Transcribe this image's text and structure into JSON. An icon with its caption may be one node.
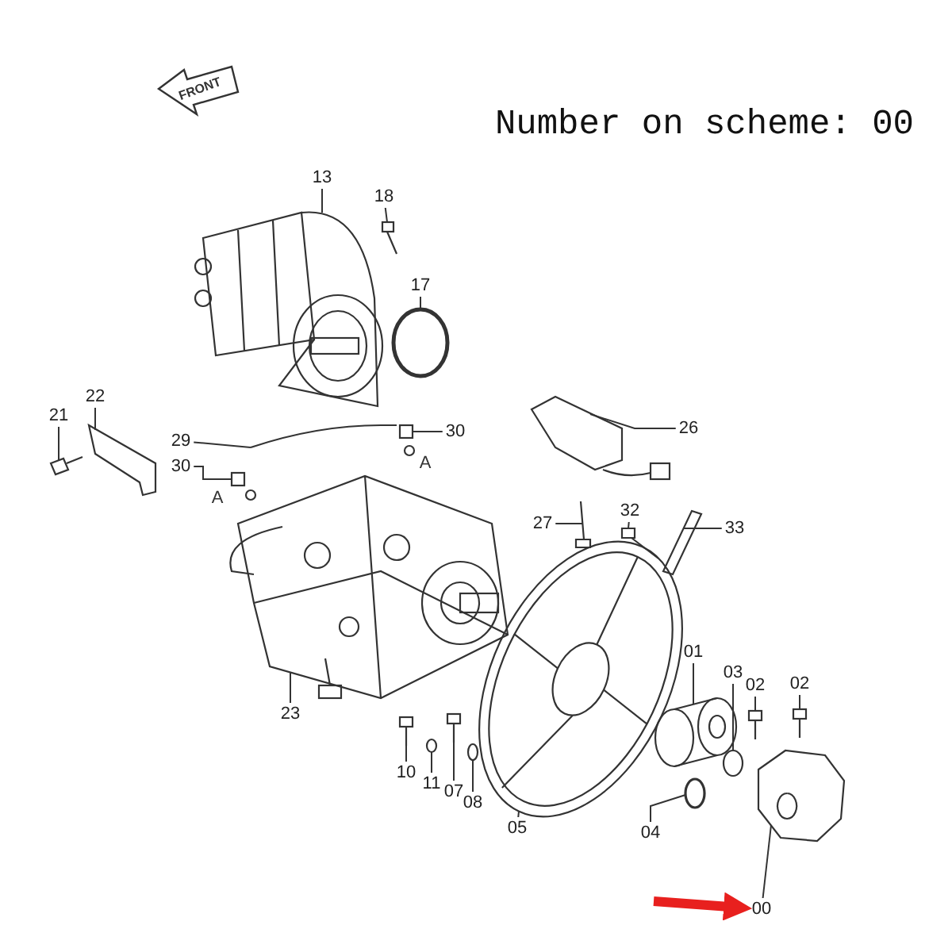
{
  "diagram": {
    "title": "Number on scheme: 00",
    "nodes": [
      {
        "text": [
          "13"
        ]
      },
      {
        "text": [
          "18"
        ]
      },
      {
        "text": [
          "17"
        ]
      },
      {
        "text": [
          "22"
        ]
      },
      {
        "text": [
          "21"
        ]
      },
      {
        "text": [
          "29"
        ]
      },
      {
        "text": [
          "30"
        ]
      },
      {
        "text": [
          "30"
        ]
      },
      {
        "text": [
          "26"
        ]
      },
      {
        "text": [
          "27"
        ]
      },
      {
        "text": [
          "32"
        ]
      },
      {
        "text": [
          "33"
        ]
      },
      {
        "text": [
          "01"
        ]
      },
      {
        "text": [
          "03"
        ]
      },
      {
        "text": [
          "02"
        ]
      },
      {
        "text": [
          "02"
        ]
      },
      {
        "text": [
          "04"
        ]
      },
      {
        "text": [
          "23"
        ]
      },
      {
        "text": [
          "10"
        ]
      },
      {
        "text": [
          "11"
        ]
      },
      {
        "text": [
          "07"
        ]
      },
      {
        "text": [
          "08"
        ]
      },
      {
        "text": [
          "05"
        ]
      },
      {
        "text": [
          "00"
        ]
      },
      {
        "text": [],
        "shape": "picture"
      },
      {
        "text": [],
        "shape": "picture"
      },
      {
        "text": [],
        "shape": "circle"
      },
      {
        "text": [],
        "shape": "picture"
      },
      {
        "text": [],
        "shape": "picture"
      },
      {
        "text": [],
        "shape": "picture"
      },
      {
        "text": [],
        "shape": "picture"
      },
      {
        "text": [],
        "shape": "picture"
      },
      {
        "text": [],
        "shape": "picture"
      },
      {
        "text": [],
        "shape": "picture"
      },
      {
        "text": [],
        "shape": "picture"
      },
      {
        "text": [],
        "shape": "picture"
      },
      {
        "text": [],
        "shape": "picture"
      },
      {
        "text": [],
        "shape": "circle"
      },
      {
        "text": [],
        "shape": "picture"
      },
      {
        "text": [],
        "shape": "picture"
      },
      {
        "text": [],
        "shape": "circle"
      },
      {
        "text": [],
        "shape": "picture"
      },
      {
        "text": [],
        "shape": "picture"
      },
      {
        "text": [],
        "shape": "circle"
      },
      {
        "text": [],
        "shape": "picture"
      },
      {
        "text": [],
        "shape": "circle"
      },
      {
        "text": [],
        "shape": "picture"
      },
      {
        "text": [],
        "shape": "picture"
      }
    ],
    "edges": [
      {
        "from": 0,
        "to": 24,
        "arrow": "none"
      },
      {
        "from": 1,
        "to": 25,
        "arrow": "none"
      },
      {
        "from": 2,
        "to": 26,
        "arrow": "none"
      },
      {
        "from": 3,
        "to": 27,
        "arrow": "none"
      },
      {
        "from": 4,
        "to": 28,
        "arrow": "none"
      },
      {
        "from": 5,
        "to": 29,
        "arrow": "none"
      },
      {
        "from": 6,
        "to": 30,
        "arrow": "none"
      },
      {
        "from": 7,
        "to": 31,
        "arrow": "none"
      },
      {
        "from": 8,
        "to": 32,
        "arrow": "none"
      },
      {
        "from": 9,
        "to": 33,
        "arrow": "none"
      },
      {
        "from": 10,
        "to": 34,
        "arrow": "none"
      },
      {
        "from": 11,
        "to": 35,
        "arrow": "none"
      },
      {
        "from": 12,
        "to": 36,
        "arrow": "none"
      },
      {
        "from": 13,
        "to": 37,
        "arrow": "none"
      },
      {
        "from": 14,
        "to": 38,
        "arrow": "none"
      },
      {
        "from": 15,
        "to": 39,
        "arrow": "none"
      },
      {
        "from": 16,
        "to": 40,
        "arrow": "none"
      },
      {
        "from": 17,
        "to": 41,
        "arrow": "none"
      },
      {
        "from": 18,
        "to": 42,
        "arrow": "none"
      },
      {
        "from": 19,
        "to": 43,
        "arrow": "none"
      },
      {
        "from": 20,
        "to": 44,
        "arrow": "none"
      },
      {
        "from": 21,
        "to": 45,
        "arrow": "none"
      },
      {
        "from": 22,
        "to": 46,
        "arrow": "none"
      },
      {
        "from": 23,
        "to": 47,
        "arrow": "none"
      },
      {
        "from": null,
        "to": 23,
        "arrow": "to",
        "style": "thick",
        "color": "#e8201e"
      }
    ],
    "labels": [
      "FRONT",
      "A",
      "A"
    ]
  }
}
